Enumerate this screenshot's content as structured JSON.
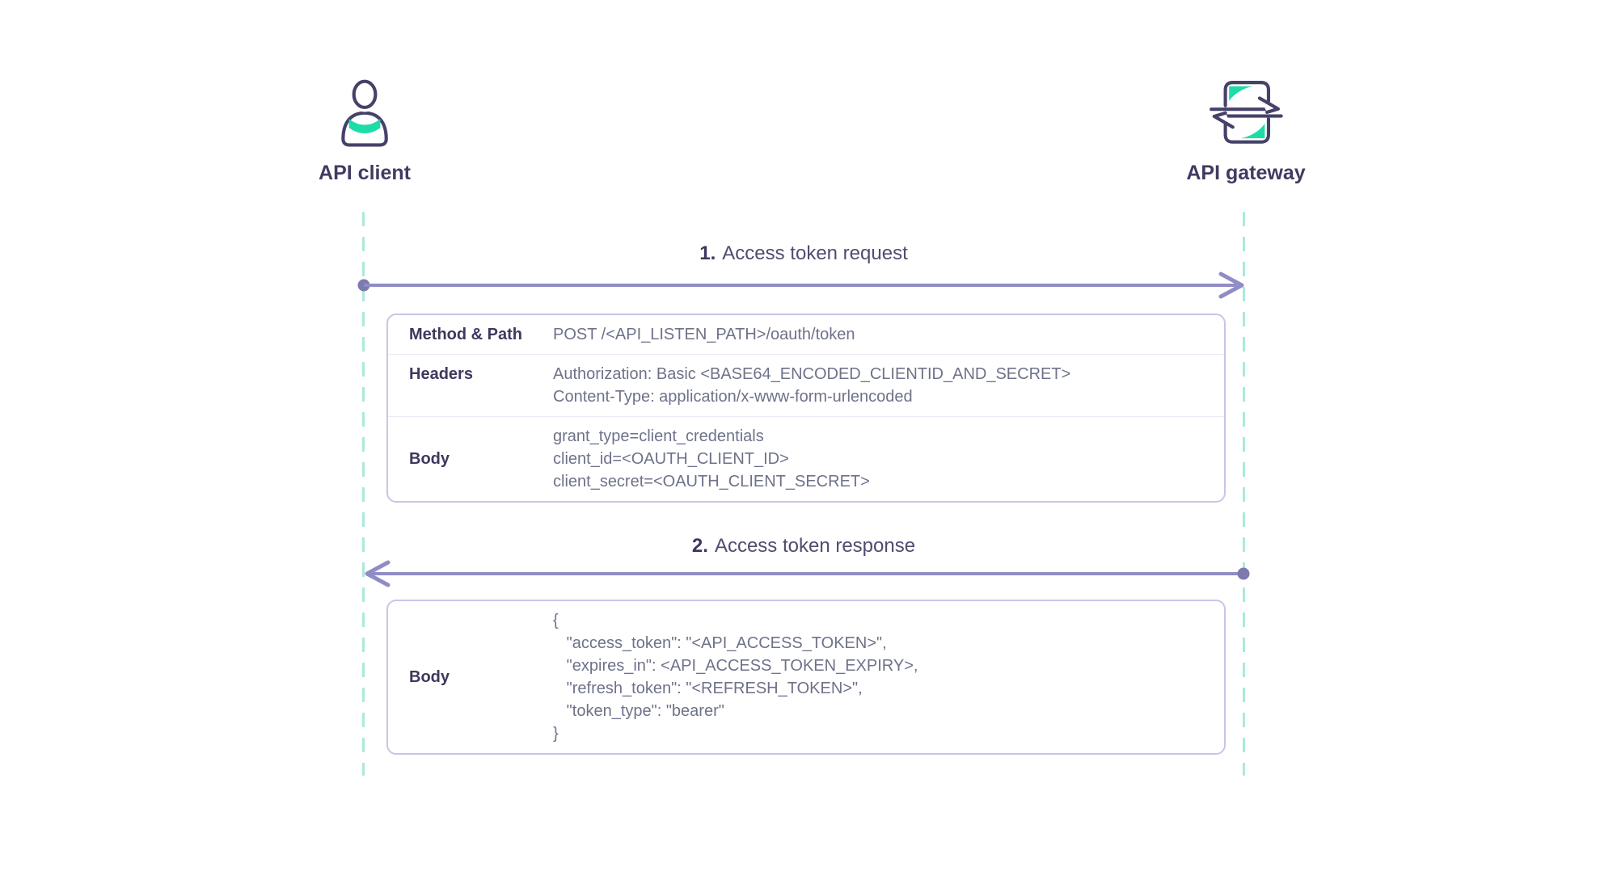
{
  "actors": [
    {
      "id": "api-client",
      "label": "API client"
    },
    {
      "id": "api-gateway",
      "label": "API gateway"
    }
  ],
  "steps": [
    {
      "number": "1.",
      "title": "Access token request",
      "direction": "client-to-gateway",
      "table": {
        "rows": [
          {
            "label": "Method & Path",
            "lines": [
              "POST /<API_LISTEN_PATH>/oauth/token"
            ]
          },
          {
            "label": "Headers",
            "lines": [
              "Authorization: Basic <BASE64_ENCODED_CLIENTID_AND_SECRET>",
              "Content-Type: application/x-www-form-urlencoded"
            ]
          },
          {
            "label": "Body",
            "lines": [
              "grant_type=client_credentials",
              "client_id=<OAUTH_CLIENT_ID>",
              "client_secret=<OAUTH_CLIENT_SECRET>"
            ]
          }
        ]
      }
    },
    {
      "number": "2.",
      "title": "Access token response",
      "direction": "gateway-to-client",
      "table": {
        "rows": [
          {
            "label": "Body",
            "lines": [
              "{",
              "   \"access_token\": \"<API_ACCESS_TOKEN>\",",
              "   \"expires_in\": <API_ACCESS_TOKEN_EXPIRY>,",
              "   \"refresh_token\": \"<REFRESH_TOKEN>\",",
              "   \"token_type\": \"bearer\"",
              "}"
            ]
          }
        ]
      }
    }
  ],
  "colors": {
    "ink": "#454168",
    "accent_teal": "#1edca6",
    "arrow_purple": "#908cc6",
    "arrow_dot": "#7d79b1",
    "lifeline_teal": "#ace9da",
    "table_border": "#c9c5e8",
    "row_divider": "#eae9f4",
    "label_text": "#3d395d",
    "value_text": "#6e7289"
  }
}
